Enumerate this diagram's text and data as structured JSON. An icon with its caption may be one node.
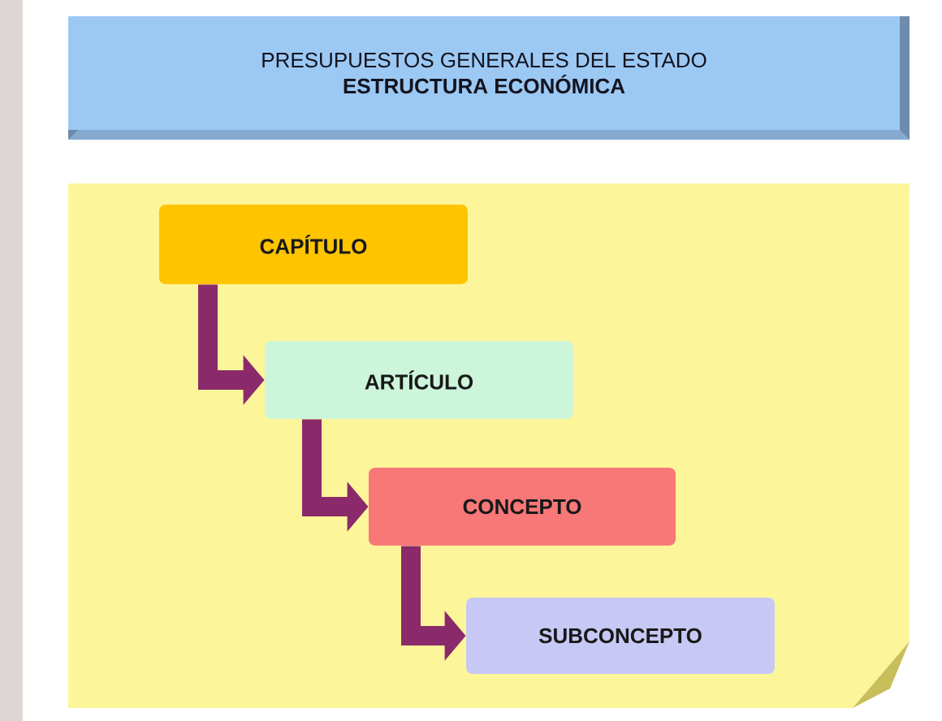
{
  "diagram": {
    "nodes": [
      {
        "text": [
          "PRESUPUESTOS GENERALES DEL ESTADO",
          "ESTRUCTURA ECONÓMICA"
        ]
      },
      {
        "text": [],
        "shape": "box"
      },
      {
        "text": [
          "CAPÍTULO"
        ],
        "in": 1
      },
      {
        "text": [
          "ARTÍCULO"
        ],
        "in": 1
      },
      {
        "text": [
          "CONCEPTO"
        ],
        "in": 1
      },
      {
        "text": [
          "SUBCONCEPTO"
        ],
        "in": 1
      }
    ],
    "edges": [
      {
        "from": 2,
        "to": 3,
        "arrow": "to"
      },
      {
        "from": 3,
        "to": 4,
        "arrow": "to"
      },
      {
        "from": 4,
        "to": 5,
        "arrow": "to"
      }
    ]
  }
}
